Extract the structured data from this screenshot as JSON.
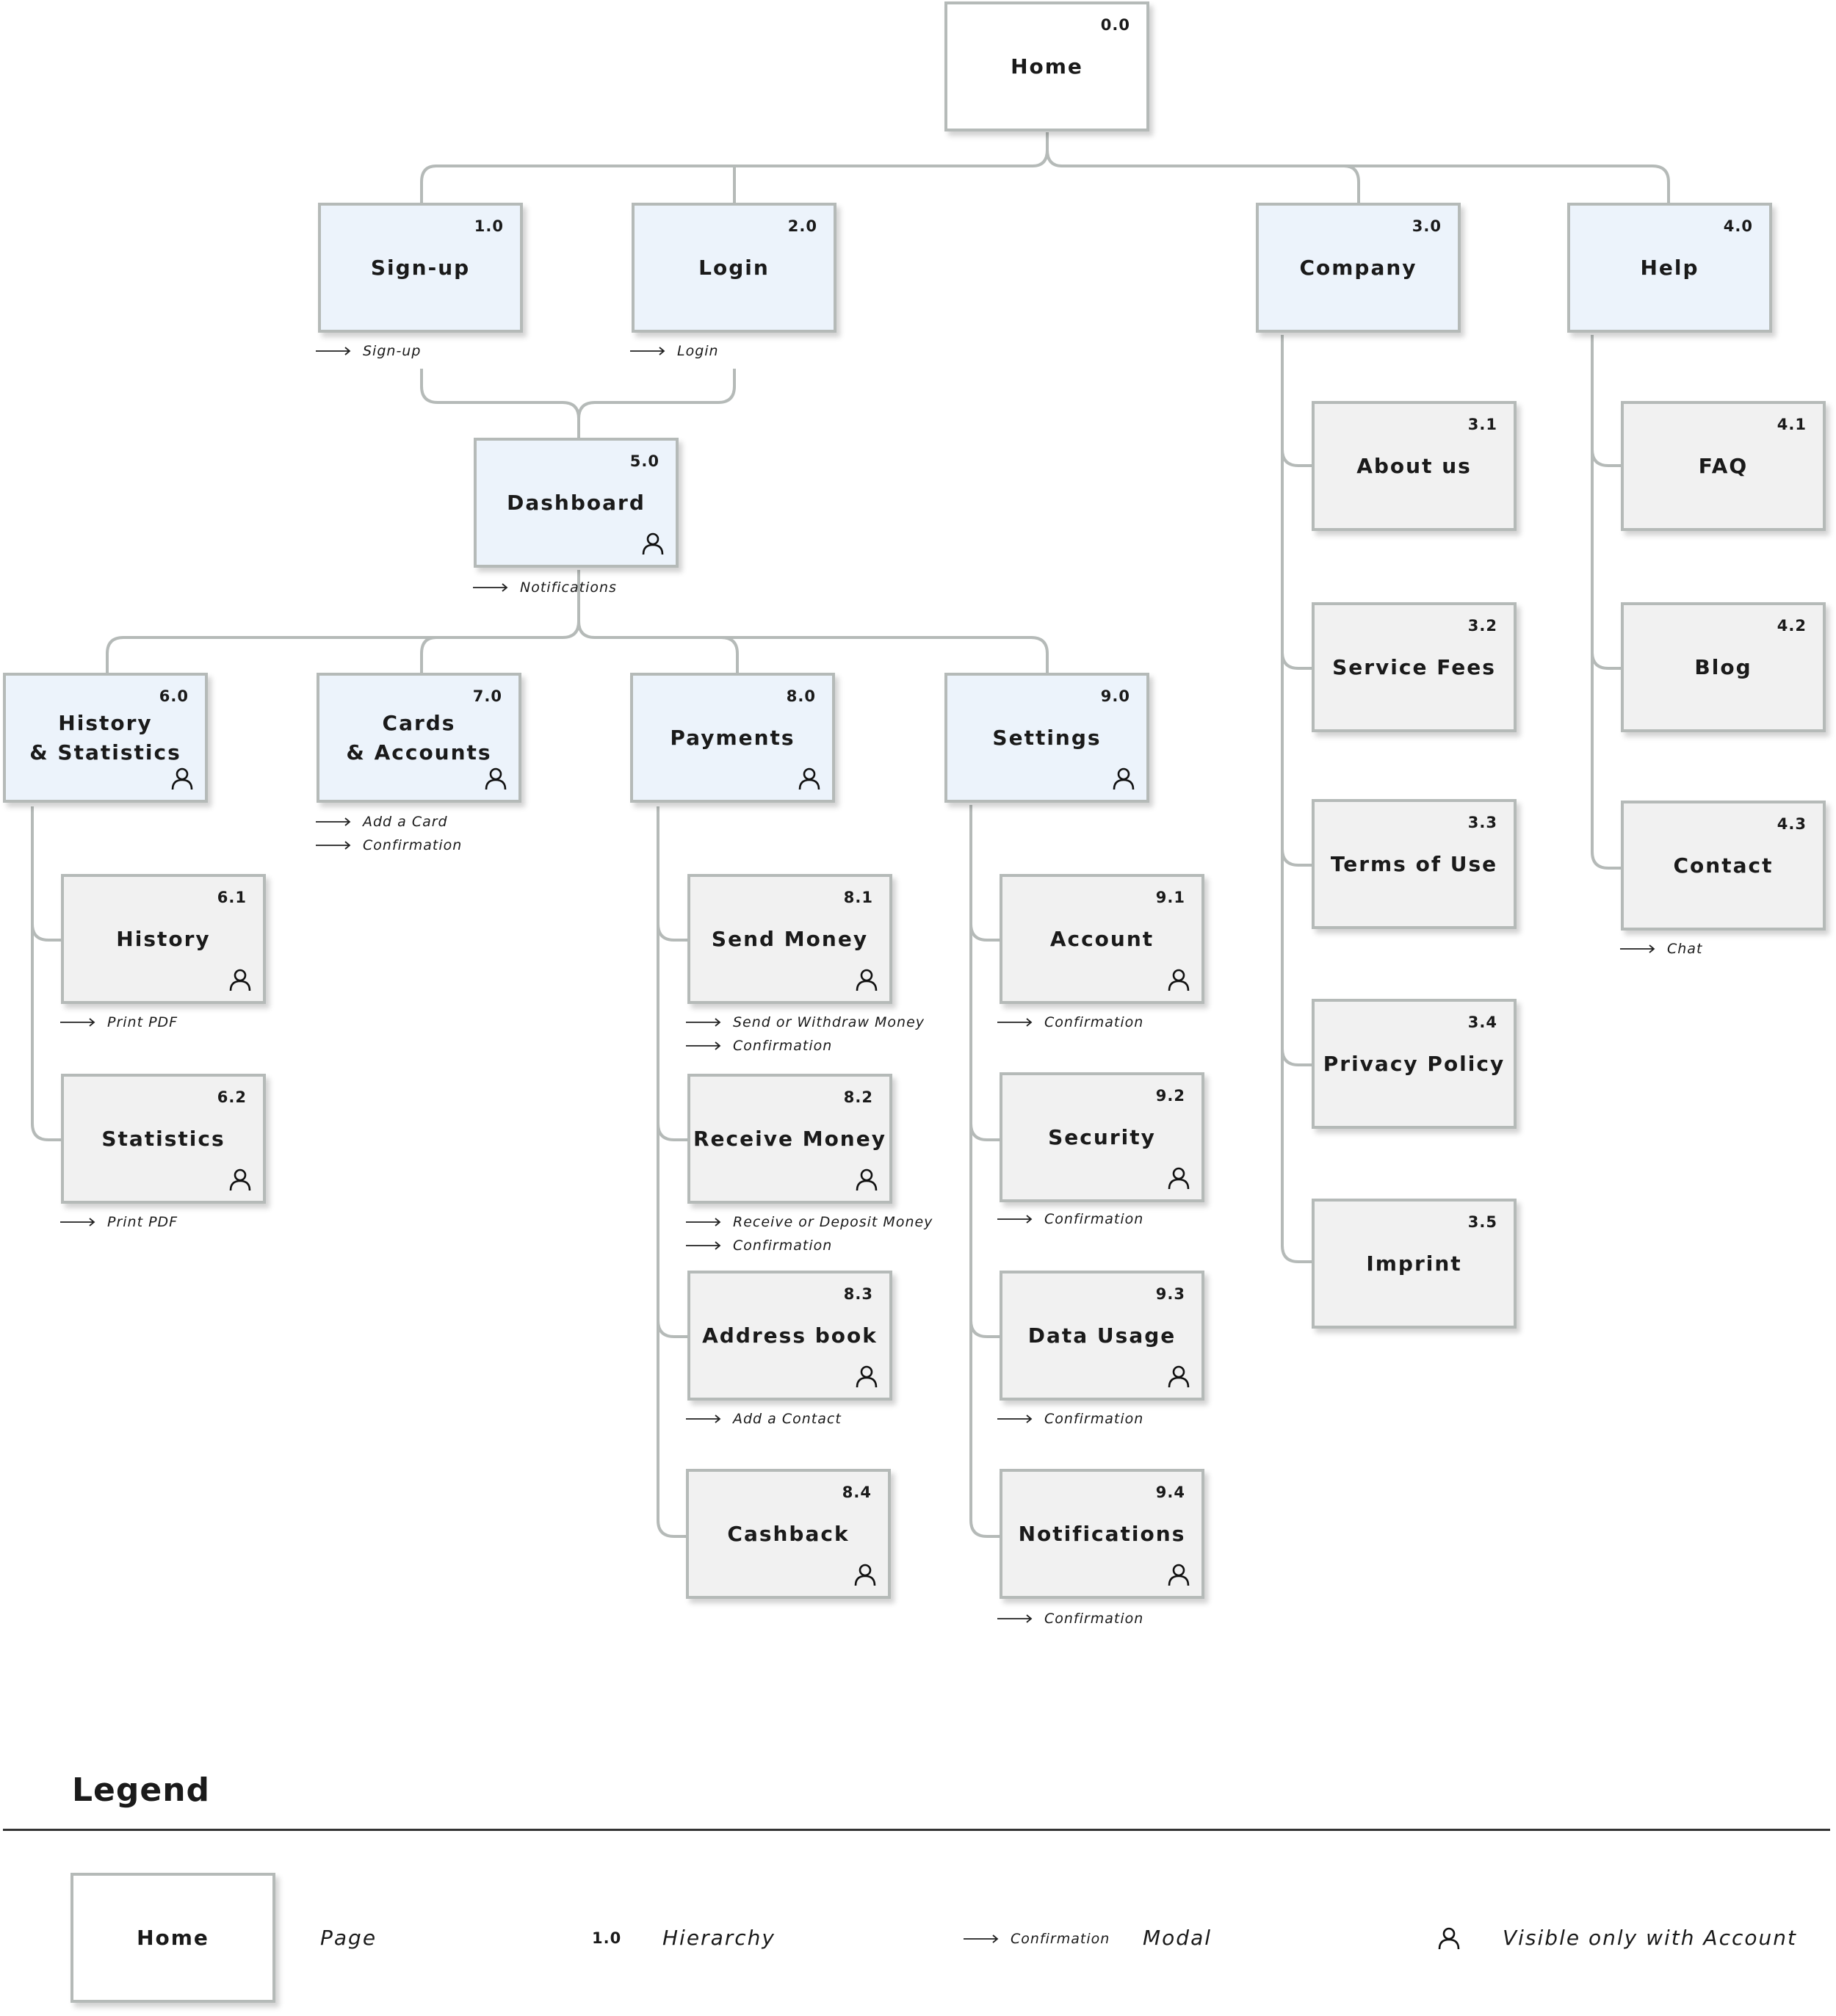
{
  "nodes": {
    "home": {
      "num": "0.0",
      "label": "Home"
    },
    "signup": {
      "num": "1.0",
      "label": "Sign-up"
    },
    "login": {
      "num": "2.0",
      "label": "Login"
    },
    "company": {
      "num": "3.0",
      "label": "Company"
    },
    "help": {
      "num": "4.0",
      "label": "Help"
    },
    "dashboard": {
      "num": "5.0",
      "label": "Dashboard"
    },
    "history_stats": {
      "num": "6.0",
      "label_1": "History",
      "label_2": "& Statistics"
    },
    "cards": {
      "num": "7.0",
      "label_1": "Cards",
      "label_2": "& Accounts"
    },
    "payments": {
      "num": "8.0",
      "label": "Payments"
    },
    "settings": {
      "num": "9.0",
      "label": "Settings"
    },
    "about": {
      "num": "3.1",
      "label": "About us"
    },
    "fees": {
      "num": "3.2",
      "label": "Service Fees"
    },
    "terms": {
      "num": "3.3",
      "label": "Terms of Use"
    },
    "privacy": {
      "num": "3.4",
      "label": "Privacy Policy"
    },
    "imprint": {
      "num": "3.5",
      "label": "Imprint"
    },
    "faq": {
      "num": "4.1",
      "label": "FAQ"
    },
    "blog": {
      "num": "4.2",
      "label": "Blog"
    },
    "contact": {
      "num": "4.3",
      "label": "Contact"
    },
    "history": {
      "num": "6.1",
      "label": "History"
    },
    "statistics": {
      "num": "6.2",
      "label": "Statistics"
    },
    "send": {
      "num": "8.1",
      "label": "Send Money"
    },
    "receive": {
      "num": "8.2",
      "label": "Receive Money"
    },
    "address": {
      "num": "8.3",
      "label": "Address book"
    },
    "cashback": {
      "num": "8.4",
      "label": "Cashback"
    },
    "account": {
      "num": "9.1",
      "label": "Account"
    },
    "security": {
      "num": "9.2",
      "label": "Security"
    },
    "datausage": {
      "num": "9.3",
      "label": "Data Usage"
    },
    "notifications": {
      "num": "9.4",
      "label": "Notifications"
    }
  },
  "modals": {
    "signup": "Sign-up",
    "login": "Login",
    "dashboard": "Notifications",
    "cards_1": "Add a Card",
    "cards_2": "Confirmation",
    "contact": "Chat",
    "history": "Print PDF",
    "statistics": "Print PDF",
    "send_1": "Send or Withdraw Money",
    "send_2": "Confirmation",
    "receive_1": "Receive or Deposit Money",
    "receive_2": "Confirmation",
    "address": "Add a Contact",
    "account": "Confirmation",
    "security": "Confirmation",
    "datausage": "Confirmation",
    "notifications": "Confirmation"
  },
  "legend": {
    "title": "Legend",
    "page_box": "Home",
    "page_label": "Page",
    "hierarchy_num": "1.0",
    "hierarchy_label": "Hierarchy",
    "modal_example": "Confirmation",
    "modal_label": "Modal",
    "account_label": "Visible only with Account"
  },
  "colors": {
    "connector": "#b5bab8",
    "node_border": "#b5bab8",
    "node_blue": "#ecf3fb",
    "node_grey": "#f1f1f1"
  }
}
